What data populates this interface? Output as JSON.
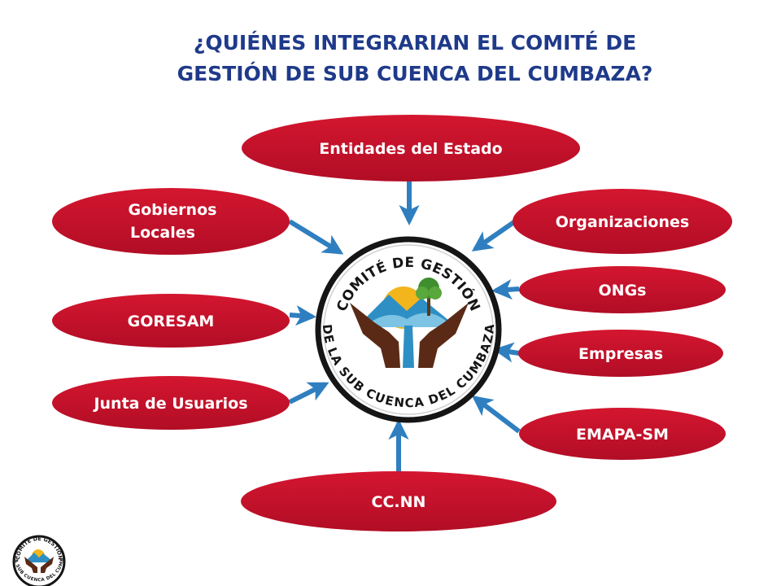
{
  "title": {
    "line1": "¿QUIÉNES INTEGRARIAN EL COMITÉ DE",
    "line2": "GESTIÓN DE SUB CUENCA DEL CUMBAZA?"
  },
  "colors": {
    "pill": "#c8102e",
    "arrow": "#2f7fc0",
    "title": "#1f3a8a"
  },
  "center_logo": {
    "text_top": "COMITÉ DE GESTIÓN",
    "text_bottom": "DE LA SUB CUENCA DEL CUMBAZA"
  },
  "members": {
    "entidades": "Entidades del Estado",
    "gobiernos_line1": "Gobiernos",
    "gobiernos_line2": "Locales",
    "goresam": "GORESAM",
    "junta": "Junta de Usuarios",
    "ccnn": "CC.NN",
    "organizaciones": "Organizaciones",
    "ongs": "ONGs",
    "empresas": "Empresas",
    "emapa": "EMAPA-SM"
  },
  "footer_logo": {
    "text_top": "COMITÉ DE GESTIÓN",
    "text_bottom": "DE LA SUB CUENCA DEL CUMBAZA"
  }
}
